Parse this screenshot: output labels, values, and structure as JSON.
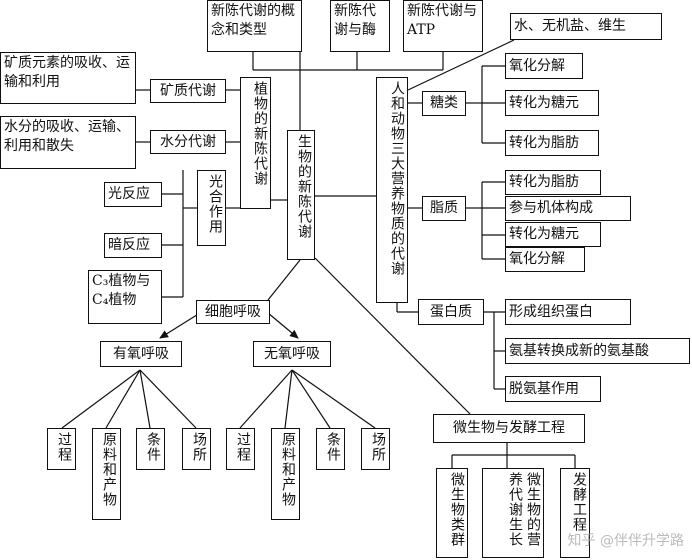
{
  "top": {
    "concept": "新陈代谢的概念和类型",
    "enzyme": "新陈代谢与酶",
    "atp": "新陈代谢与ATP",
    "water_salt": "水、无机盐、维生"
  },
  "center": "生物的新陈代谢",
  "plant": {
    "title": "植物的新陈代谢",
    "mineral": "矿质代谢",
    "mineral_desc": "矿质元素的吸收、运输和利用",
    "water": "水分代谢",
    "water_desc": "水分的吸收、运输、利用和散失",
    "photosynthesis": "光合作用",
    "light": "光反应",
    "dark": "暗反应",
    "c3c4": "C₃植物与C₄植物"
  },
  "animal": {
    "title": "人和动物三大营养物质的代谢",
    "sugar": "糖类",
    "sugar_items": [
      "氧化分解",
      "转化为糖元",
      "转化为脂肪"
    ],
    "fat": "脂质",
    "fat_items": [
      "转化为脂肪",
      "参与机体构成",
      "转化为糖元",
      "氧化分解"
    ],
    "protein": "蛋白质",
    "protein_items": [
      "形成组织蛋白",
      "氨基转换成新的氨基酸",
      "脱氨基作用"
    ]
  },
  "respiration": {
    "title": "细胞呼吸",
    "aerobic": "有氧呼吸",
    "anaerobic": "无氧呼吸",
    "aerobic_items": [
      "过程",
      "原料和产物",
      "条件",
      "场所"
    ],
    "anaerobic_items": [
      "过程",
      "原料和产物",
      "条件",
      "场所"
    ]
  },
  "micro": {
    "title": "微生物与发酵工程",
    "items": [
      "微生物类群",
      "微生物的营养代谢生长",
      "发酵工程"
    ]
  },
  "watermark": "知乎 @伴伴升学路"
}
